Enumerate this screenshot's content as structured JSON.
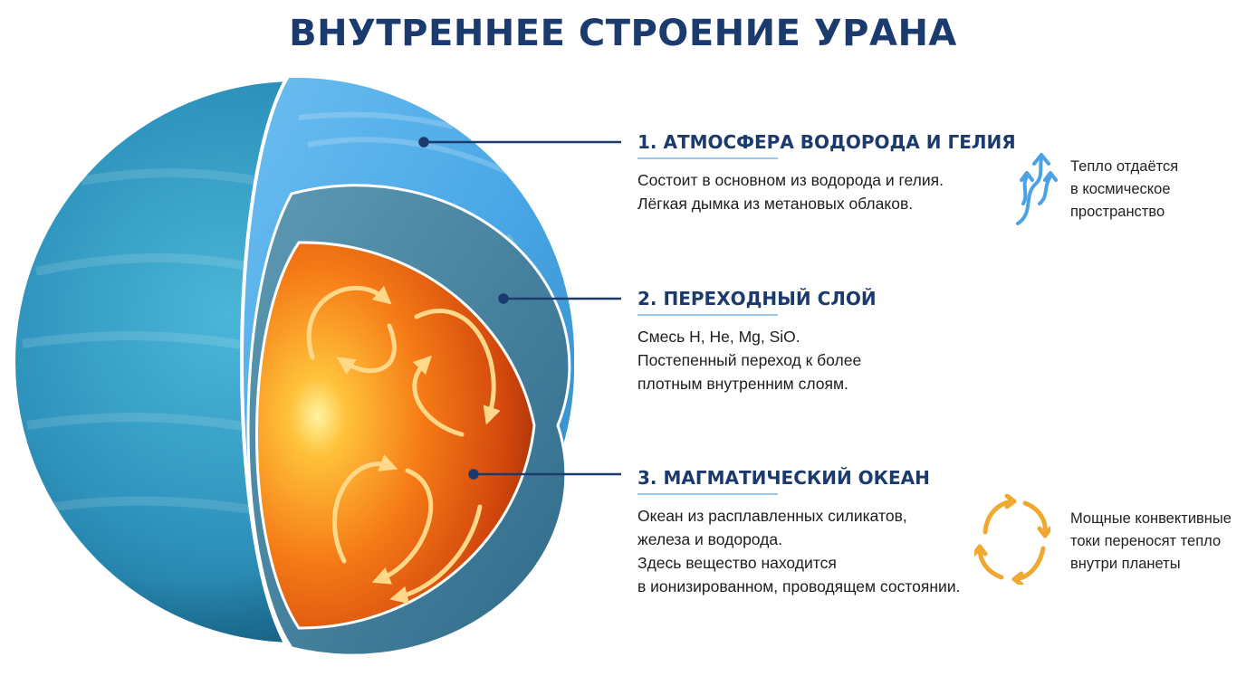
{
  "title": "ВНУТРЕННЕЕ СТРОЕНИЕ УРАНА",
  "layers": [
    {
      "heading": "1. АТМОСФЕРА ВОДОРОДА И ГЕЛИЯ",
      "lines": [
        "Состоит в основном из водорода и гелия.",
        "Лёгкая дымка из метановых облаков."
      ]
    },
    {
      "heading": "2. ПЕРЕХОДНЫЙ СЛОЙ",
      "lines": [
        "Смесь H, He, Mg, SiO.",
        "Постепенный переход к более",
        "плотным внутренним слоям."
      ]
    },
    {
      "heading": "3. МАГМАТИЧЕСКИЙ ОКЕАН",
      "lines": [
        "Океан из расплавленных силикатов,",
        "железа и водорода.",
        "Здесь вещество находится",
        "в ионизированном, проводящем состоянии."
      ]
    }
  ],
  "notes": [
    {
      "icon": "heat-release-arrows-icon",
      "lines": [
        "Тепло отдаётся",
        "в космическое",
        "пространство"
      ]
    },
    {
      "icon": "convection-cycle-icon",
      "lines": [
        "Мощные конвективные",
        "токи переносят тепло",
        "внутри планеты"
      ]
    }
  ],
  "colors": {
    "title": "#1b3a6e",
    "atmosphere": "#4aa8e6",
    "transition": "#3f7e9c",
    "magma": "#f06a14",
    "heat_icon": "#4ba3e6",
    "convection_icon": "#f0a830"
  }
}
